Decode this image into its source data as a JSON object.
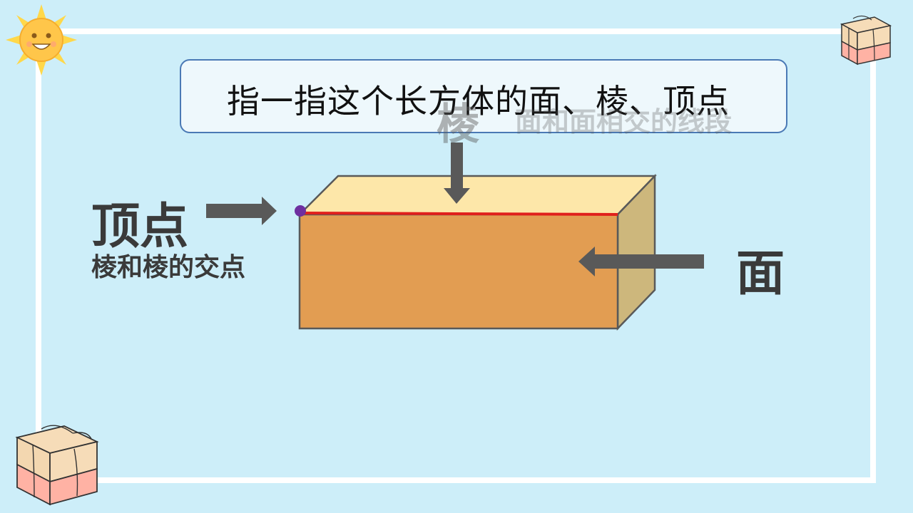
{
  "title": "指一指这个长方体的面、棱、顶点",
  "edge": {
    "label": "棱",
    "definition": "面和面相交的线段"
  },
  "vertex": {
    "label": "顶点",
    "definition": "棱和棱的交点"
  },
  "face": {
    "label": "面"
  },
  "colors": {
    "background": "#cdeef9",
    "front_face": "#e29d52",
    "top_face": "#fde7a9",
    "side_face": "#cdb77c",
    "highlight_edge": "#e0201c",
    "vertex_dot": "#6e2fa0",
    "arrow": "#595959"
  },
  "decorations": [
    "sun-icon",
    "gift-box-icon",
    "gift-box-icon"
  ]
}
